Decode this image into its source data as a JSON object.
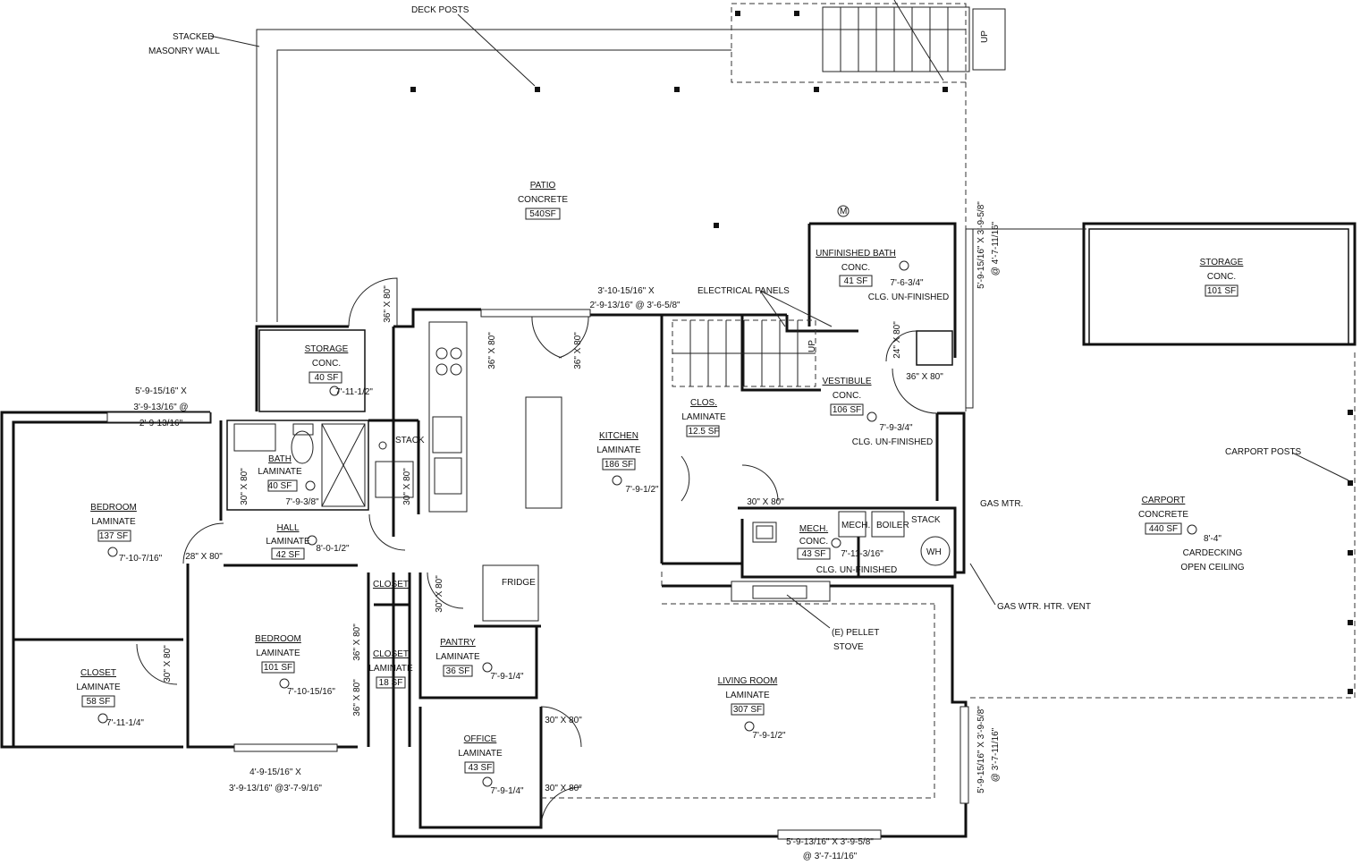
{
  "plan": {
    "rooms": {
      "patio": {
        "name": "PATIO",
        "floor": "CONCRETE",
        "area": "540SF"
      },
      "storage_small": {
        "name": "STORAGE",
        "floor": "CONC.",
        "area": "40 SF",
        "ceiling": "7'-11-1/2\""
      },
      "bath": {
        "name": "BATH",
        "floor": "LAMINATE",
        "area": "40 SF",
        "ceiling": "7'-9-3/8\""
      },
      "bedroom1": {
        "name": "BEDROOM",
        "floor": "LAMINATE",
        "area": "137 SF",
        "ceiling": "7'-10-7/16\""
      },
      "hall": {
        "name": "HALL",
        "floor": "LAMINATE",
        "area": "42 SF",
        "ceiling": "8'-0-1/2\""
      },
      "closet1": {
        "name": "CLOSET",
        "floor": "LAMINATE",
        "area": "58 SF",
        "ceiling": "7'-11-1/4\""
      },
      "bedroom2": {
        "name": "BEDROOM",
        "floor": "LAMINATE",
        "area": "101 SF",
        "ceiling": "7'-10-15/16\""
      },
      "closet_small": {
        "name": "CLOSET"
      },
      "closet2": {
        "name": "CLOSET",
        "floor": "LAMINATE",
        "area": "18 SF"
      },
      "kitchen": {
        "name": "KITCHEN",
        "floor": "LAMINATE",
        "area": "186 SF",
        "ceiling": "7'-9-1/2\""
      },
      "pantry": {
        "name": "PANTRY",
        "floor": "LAMINATE",
        "area": "36 SF",
        "ceiling": "7'-9-1/4\""
      },
      "office": {
        "name": "OFFICE",
        "floor": "LAMINATE",
        "area": "43 SF",
        "ceiling": "7'-9-1/4\""
      },
      "clos": {
        "name": "CLOS.",
        "floor": "LAMINATE",
        "area": "12.5 SF"
      },
      "vestibule": {
        "name": "VESTIBULE",
        "floor": "CONC.",
        "area": "106 SF",
        "ceiling": "7'-9-3/4\"",
        "note": "CLG. UN-FINISHED"
      },
      "unfinished_bath": {
        "name": "UNFINISHED BATH",
        "floor": "CONC.",
        "area": "41 SF",
        "ceiling": "7'-6-3/4\"",
        "note": "CLG. UN-FINISHED"
      },
      "mech": {
        "name": "MECH.",
        "floor": "CONC.",
        "area": "43 SF",
        "ceiling": "7'-11-3/16\"",
        "note": "CLG. UN-FINISHED"
      },
      "living": {
        "name": "LIVING ROOM",
        "floor": "LAMINATE",
        "area": "307 SF",
        "ceiling": "7'-9-1/2\""
      },
      "storage_large": {
        "name": "STORAGE",
        "floor": "CONC.",
        "area": "101 SF"
      },
      "carport": {
        "name": "CARPORT",
        "floor": "CONCRETE",
        "area": "440 SF",
        "ceiling": "8'-4\"",
        "note1": "CARDECKING",
        "note2": "OPEN CEILING"
      }
    },
    "callouts": {
      "stacked_wall_1": "STACKED",
      "stacked_wall_2": "MASONRY WALL",
      "deck_posts": "DECK POSTS",
      "electrical_panels": "ELECTRICAL PANELS",
      "carport_posts": "CARPORT POSTS",
      "gas_mtr": "GAS MTR.",
      "gas_wtr_vent": "GAS WTR. HTR. VENT",
      "pellet_stove_1": "(E) PELLET",
      "pellet_stove_2": "STOVE",
      "stack1": "STACK",
      "stack2": "STACK",
      "fridge": "FRIDGE",
      "boiler": "BOILER",
      "mech_box": "MECH.",
      "wh": "WH",
      "up1": "UP",
      "up2": "UP",
      "meter": "M"
    },
    "dimensions": {
      "door_36x80_storage": "36\" X 80\"",
      "win_kitchen_1": "3'-10-15/16\" X",
      "win_kitchen_2": "2'-9-13/16\" @ 3'-6-5/8\"",
      "door_36x80_kitchen_a": "36\" X 80\"",
      "door_36x80_kitchen_b": "36\" X 80\"",
      "win_bed1_1": "5'-9-15/16\" X",
      "win_bed1_2": "3'-9-13/16\" @",
      "win_bed1_3": "2'-9-13/16\"",
      "door_30x80_bath": "30\" X 80\"",
      "door_30x80_bath2": "30\" X 80\"",
      "door_28x80": "28\" X 80\"",
      "door_30x80_closet": "30\" X 80\"",
      "door_30x80_pantry": "30\" X 80\"",
      "door_36x80_bed2a": "36\" X 80\"",
      "door_36x80_bed2b": "36\" X 80\"",
      "win_bed2_1": "4'-9-15/16\" X",
      "win_bed2_2": "3'-9-13/16\" @3'-7-9/16\"",
      "door_30x80_office_a": "30\" X 80\"",
      "door_30x80_office_b": "30\" X 80\"",
      "door_30x80_vest": "30\" X 80\"",
      "door_24x80": "24\" X 80\"",
      "door_36x80_vest": "36\" X 80\"",
      "win_living_1": "5'-9-13/16\" X 3'-9-5/8\"",
      "win_living_2": "@ 3'-7-11/16\"",
      "win_east_1": "5'-9-15/16\" X 3'-9-5/8\"",
      "win_east_2": "@ 3'-7-11/16\"",
      "win_top_1": "5'-9-15/16\" X 3'-9-5/8\"",
      "win_top_2": "@ 4'-7-11/16\""
    }
  }
}
